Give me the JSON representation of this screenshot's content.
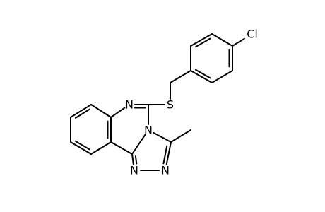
{
  "molecule": {
    "atoms": [
      {
        "id": "Cl",
        "symbol": "Cl",
        "show_label": true
      },
      {
        "id": "c1",
        "symbol": "C",
        "show_label": false
      },
      {
        "id": "c2",
        "symbol": "C",
        "show_label": false
      },
      {
        "id": "c3",
        "symbol": "C",
        "show_label": false
      },
      {
        "id": "c4",
        "symbol": "C",
        "show_label": false
      },
      {
        "id": "c5",
        "symbol": "C",
        "show_label": false
      },
      {
        "id": "c6",
        "symbol": "C",
        "show_label": false
      },
      {
        "id": "ch2",
        "symbol": "C",
        "show_label": false
      },
      {
        "id": "S",
        "symbol": "S",
        "show_label": true
      },
      {
        "id": "c5q",
        "symbol": "C",
        "show_label": false
      },
      {
        "id": "N6",
        "symbol": "N",
        "show_label": true
      },
      {
        "id": "c6a",
        "symbol": "C",
        "show_label": false
      },
      {
        "id": "b1",
        "symbol": "C",
        "show_label": false
      },
      {
        "id": "b2",
        "symbol": "C",
        "show_label": false
      },
      {
        "id": "b3",
        "symbol": "C",
        "show_label": false
      },
      {
        "id": "b4",
        "symbol": "C",
        "show_label": false
      },
      {
        "id": "c10a",
        "symbol": "C",
        "show_label": false
      },
      {
        "id": "c10b",
        "symbol": "C",
        "show_label": false
      },
      {
        "id": "N4",
        "symbol": "N",
        "show_label": true
      },
      {
        "id": "c3t",
        "symbol": "C",
        "show_label": false
      },
      {
        "id": "N2",
        "symbol": "N",
        "show_label": true
      },
      {
        "id": "N1",
        "symbol": "N",
        "show_label": true
      },
      {
        "id": "me",
        "symbol": "C",
        "show_label": false
      }
    ],
    "bonds": [
      {
        "a": "Cl",
        "b": "c1",
        "order": 1
      },
      {
        "a": "c1",
        "b": "c2",
        "order": 1
      },
      {
        "a": "c2",
        "b": "c3",
        "order": 2
      },
      {
        "a": "c3",
        "b": "c4",
        "order": 1
      },
      {
        "a": "c4",
        "b": "c5",
        "order": 2
      },
      {
        "a": "c5",
        "b": "c6",
        "order": 1
      },
      {
        "a": "c6",
        "b": "c1",
        "order": 2
      },
      {
        "a": "c4",
        "b": "ch2",
        "order": 1
      },
      {
        "a": "ch2",
        "b": "S",
        "order": 1
      },
      {
        "a": "S",
        "b": "c5q",
        "order": 1
      },
      {
        "a": "c5q",
        "b": "N6",
        "order": 2
      },
      {
        "a": "N6",
        "b": "c6a",
        "order": 1
      },
      {
        "a": "c6a",
        "b": "b1",
        "order": 1
      },
      {
        "a": "b1",
        "b": "b2",
        "order": 2
      },
      {
        "a": "b2",
        "b": "b3",
        "order": 1
      },
      {
        "a": "b3",
        "b": "b4",
        "order": 2
      },
      {
        "a": "b4",
        "b": "c10a",
        "order": 1
      },
      {
        "a": "c10a",
        "b": "c6a",
        "order": 2
      },
      {
        "a": "c10a",
        "b": "c10b",
        "order": 1
      },
      {
        "a": "c10b",
        "b": "N4",
        "order": 1
      },
      {
        "a": "N4",
        "b": "c5q",
        "order": 1
      },
      {
        "a": "N4",
        "b": "c3t",
        "order": 1
      },
      {
        "a": "c3t",
        "b": "N2",
        "order": 2
      },
      {
        "a": "N2",
        "b": "N1",
        "order": 1
      },
      {
        "a": "N1",
        "b": "c10b",
        "order": 2
      },
      {
        "a": "c3t",
        "b": "me",
        "order": 1
      }
    ]
  }
}
